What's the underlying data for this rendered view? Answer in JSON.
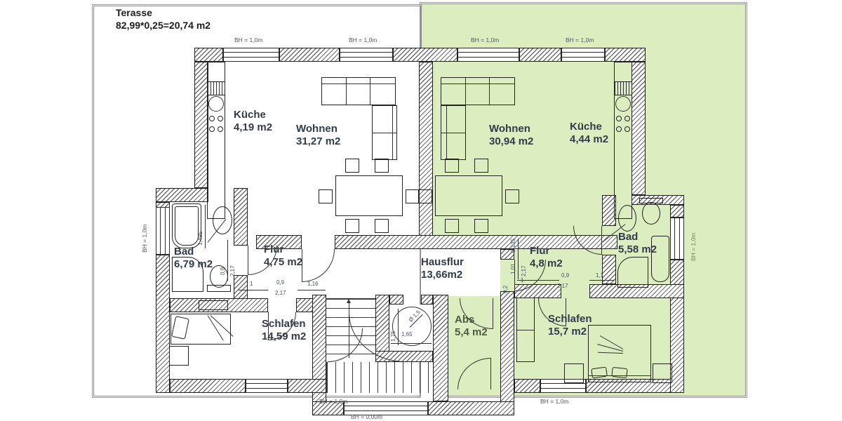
{
  "terasse": {
    "title": "Terasse",
    "formula": "82,99*0,25=20,74 m2"
  },
  "left_apartment": {
    "kueche": {
      "name": "Küche",
      "area": "4,19 m2"
    },
    "wohnen": {
      "name": "Wohnen",
      "area": "31,27 m2"
    },
    "bad": {
      "name": "Bad",
      "area": "6,79 m2"
    },
    "flur": {
      "name": "Flur",
      "area": "4,75 m2"
    },
    "schlafen": {
      "name": "Schlafen",
      "area": "14,59 m2"
    }
  },
  "right_apartment": {
    "wohnen": {
      "name": "Wohnen",
      "area": "30,94 m2"
    },
    "kueche": {
      "name": "Küche",
      "area": "4,44 m2"
    },
    "flur": {
      "name": "Flur",
      "area": "4,8 m2"
    },
    "bad": {
      "name": "Bad",
      "area": "5,58 m2"
    },
    "schlafen": {
      "name": "Schlafen",
      "area": "15,7 m2"
    },
    "abs": {
      "name": "Abs",
      "area": "5,4 m2"
    }
  },
  "common": {
    "hausflur": {
      "name": "Hausflur",
      "area": "13,66m2"
    }
  },
  "window_labels": {
    "bh10": "BH = 1,0m",
    "bh00": "BH = 0,00m"
  },
  "dimensions": {
    "bath_width": "1,495",
    "door_width": "0,9",
    "door_height": "2,17",
    "seg_one": "1",
    "seg_116": "1,16",
    "seg_11": "1,1",
    "seg_101": "1,01",
    "seg_0135": "0,135",
    "seg_02": "0,2",
    "lift_depth": "1,75",
    "lift_width": "1,65",
    "lift_diameter": "Ø 1,5"
  },
  "colors": {
    "garden_green": "#dcedc0",
    "wall_line": "#1f1f1f",
    "room_label": "#313b4b",
    "dim_text": "#45506a",
    "bh_text": "#53575d",
    "bh_text_green": "#74854e"
  }
}
